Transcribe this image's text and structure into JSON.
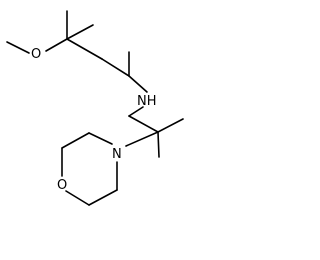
{
  "molecule": {
    "atoms": {
      "methoxy_oxygen": "O",
      "amine_nitrogen": "NH",
      "morpholine_nitrogen": "N",
      "morpholine_oxygen": "O"
    }
  },
  "colors": {
    "bond": "#000000",
    "label": "#000000",
    "background": "#ffffff"
  }
}
